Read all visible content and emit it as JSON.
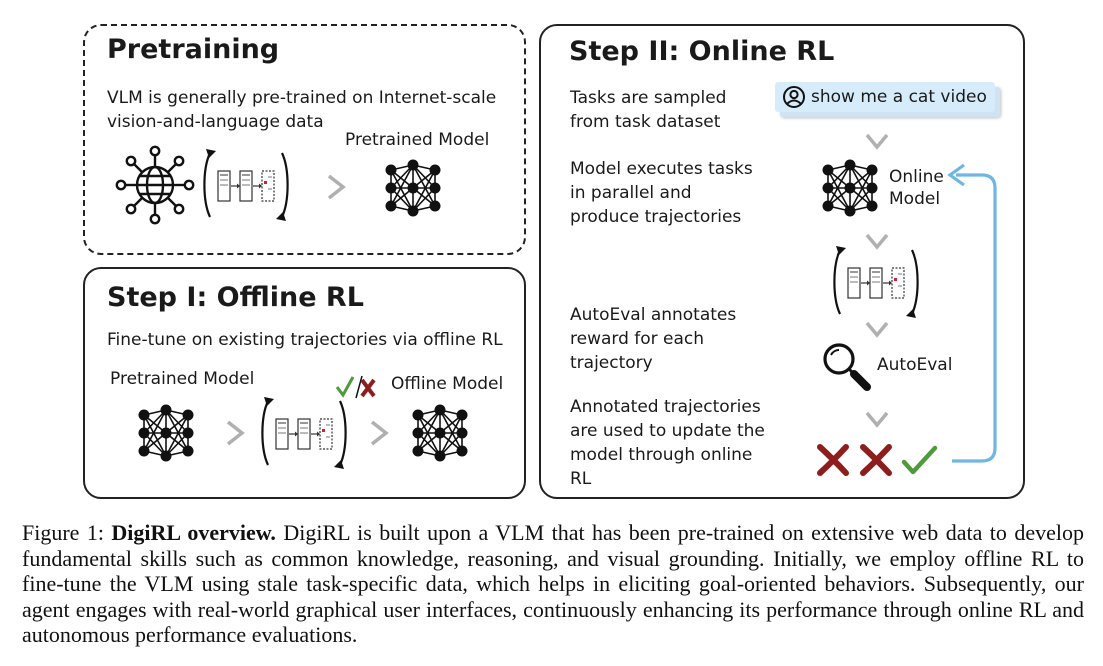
{
  "pretraining": {
    "title": "Pretraining",
    "desc_line1": "VLM is generally pre-trained on Internet-scale",
    "desc_line2": "vision-and-language data",
    "model_label": "Pretrained Model"
  },
  "offline": {
    "title": "Step I: Offline RL",
    "desc": "Fine-tune on existing trajectories via offline RL",
    "pretrained_label": "Pretrained Model",
    "offline_label": "Offline Model"
  },
  "online": {
    "title": "Step II: Online RL",
    "task_line1": "Tasks are sampled",
    "task_line2": "from task dataset",
    "task_chip": "show me a cat video",
    "exec_line1": "Model executes tasks",
    "exec_line2": "in parallel and",
    "exec_line3": "produce trajectories",
    "model_line1": "Online",
    "model_line2": "Model",
    "auto_line1": "AutoEval annotates",
    "auto_line2": "reward for each",
    "auto_line3": "trajectory",
    "autoeval_label": "AutoEval",
    "upd_line1": "Annotated trajectories",
    "upd_line2": "are used to update the",
    "upd_line3": "model through online",
    "upd_line4": "RL"
  },
  "caption": {
    "figure_label": "Figure 1:",
    "bold_title": "DigiRL overview.",
    "body": "DigiRL is built upon a VLM that has been pre-trained on extensive web data to develop fundamental skills such as common knowledge, reasoning, and visual grounding. Initially, we employ offline RL to fine-tune the VLM using stale task-specific data, which helps in eliciting goal-oriented behaviors. Subsequently, our agent engages with real-world graphical user interfaces, continuously enhancing its performance through online RL and autonomous performance evaluations."
  },
  "colors": {
    "check": "#4f9a3d",
    "cross": "#8e1d1d",
    "loop_arrow": "#6fb6e3",
    "flow_arrow": "#b0b0b0",
    "chip_bg": "#d7ecfb"
  },
  "icons": [
    "globe-network-icon",
    "neural-network-icon",
    "trajectory-cycle-icon",
    "magnifier-icon",
    "user-circle-icon",
    "check-icon",
    "cross-icon"
  ]
}
